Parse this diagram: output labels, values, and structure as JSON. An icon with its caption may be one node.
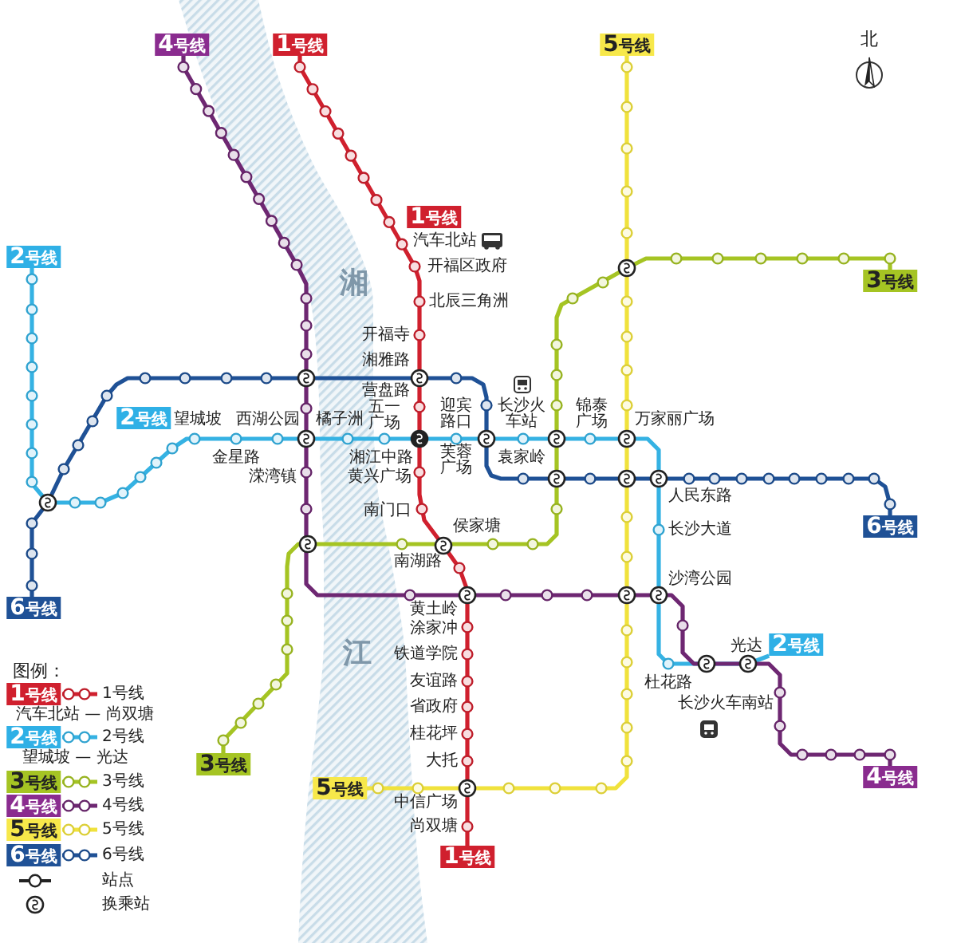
{
  "diagram": {
    "nodes": [
      {
        "text": [
          "4号线"
        ]
      },
      {
        "text": [
          "1号线"
        ]
      },
      {
        "text": [
          "5号线"
        ]
      },
      {
        "text": [
          "1号线"
        ]
      },
      {
        "text": [
          "2号线"
        ]
      },
      {
        "text": [
          "3号线"
        ]
      },
      {
        "text": [
          "2号线"
        ]
      },
      {
        "text": [
          "6号线"
        ]
      },
      {
        "text": [
          "6号线"
        ]
      },
      {
        "text": [
          "2号线"
        ]
      },
      {
        "text": [
          "3号线"
        ]
      },
      {
        "text": [
          "4号线"
        ]
      },
      {
        "text": [
          "5号线"
        ]
      },
      {
        "text": [
          "1号线"
        ]
      },
      {
        "text": [
          "1号线"
        ]
      },
      {
        "text": [
          "2号线"
        ]
      },
      {
        "text": [
          "3号线"
        ]
      },
      {
        "text": [
          "4号线"
        ]
      },
      {
        "text": [
          "5号线"
        ]
      },
      {
        "text": [
          "6号线"
        ]
      }
    ],
    "edges": [
      {
        "from": 1,
        "to": 13,
        "arrow": "none",
        "color": "#d0202e"
      },
      {
        "from": 4,
        "to": 9,
        "arrow": "none",
        "color": "#35b2e3"
      },
      {
        "from": 5,
        "to": 10,
        "arrow": "none",
        "color": "#a5c423"
      },
      {
        "from": 0,
        "to": 11,
        "arrow": "none",
        "color": "#6e2772"
      },
      {
        "from": 2,
        "to": 12,
        "arrow": "none",
        "color": "#f0e23c"
      },
      {
        "from": 8,
        "to": 7,
        "arrow": "none",
        "color": "#1f5196"
      }
    ],
    "labels": [
      "北",
      "汽车北站",
      "开福区政府",
      "湘",
      "北辰三角洲",
      "开福寺",
      "湘雅路",
      "营盘路",
      "望城坡",
      "西湖公园",
      "橘子洲",
      "五一广场",
      "迎宾路口",
      "长沙火车站",
      "锦泰广场",
      "万家丽广场",
      "金星路",
      "湘江中路",
      "芙蓉广场",
      "袁家岭",
      "溁湾镇",
      "黄兴广场",
      "人民东路",
      "南门口",
      "侯家塘",
      "长沙大道",
      "南湖路",
      "沙湾公园",
      "黄土岭",
      "涂家冲",
      "光达",
      "江",
      "铁道学院",
      "友谊路",
      "杜花路",
      "省政府",
      "长沙火车南站",
      "桂花坪",
      "大托",
      "中信广场",
      "尚双塘",
      "图例：",
      "汽车北站 — 尚双塘",
      "望城坡 — 光达"
    ],
    "legend": [
      {
        "text": "1号线"
      },
      {
        "text": "2号线"
      },
      {
        "text": "3号线"
      },
      {
        "text": "4号线"
      },
      {
        "text": "5号线"
      },
      {
        "text": "6号线"
      },
      {
        "text": "站点"
      },
      {
        "text": "换乘站"
      }
    ]
  }
}
